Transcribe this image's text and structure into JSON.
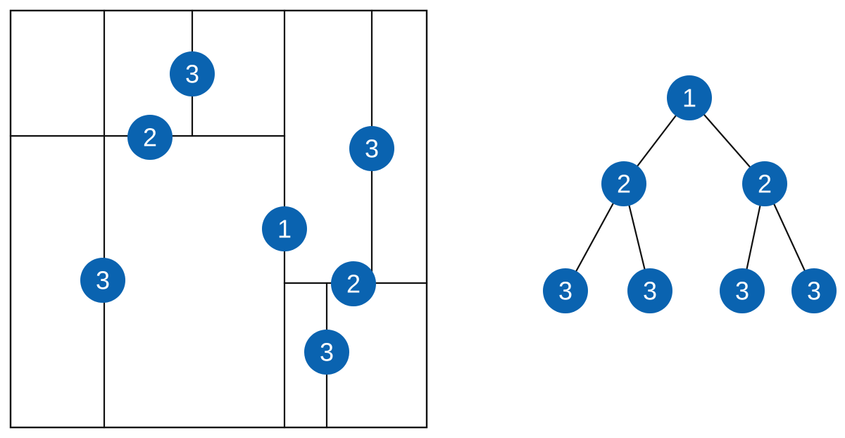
{
  "colors": {
    "node_fill": "#0a63b0",
    "line": "#111111",
    "label": "#ffffff"
  },
  "partition": {
    "nodes": [
      {
        "level": "1"
      },
      {
        "level": "2"
      },
      {
        "level": "2"
      },
      {
        "level": "3"
      },
      {
        "level": "3"
      },
      {
        "level": "3"
      },
      {
        "level": "3"
      }
    ]
  },
  "tree": {
    "root": {
      "level": "1"
    },
    "children": [
      {
        "level": "2",
        "children": [
          {
            "level": "3"
          },
          {
            "level": "3"
          }
        ]
      },
      {
        "level": "2",
        "children": [
          {
            "level": "3"
          },
          {
            "level": "3"
          }
        ]
      }
    ]
  }
}
